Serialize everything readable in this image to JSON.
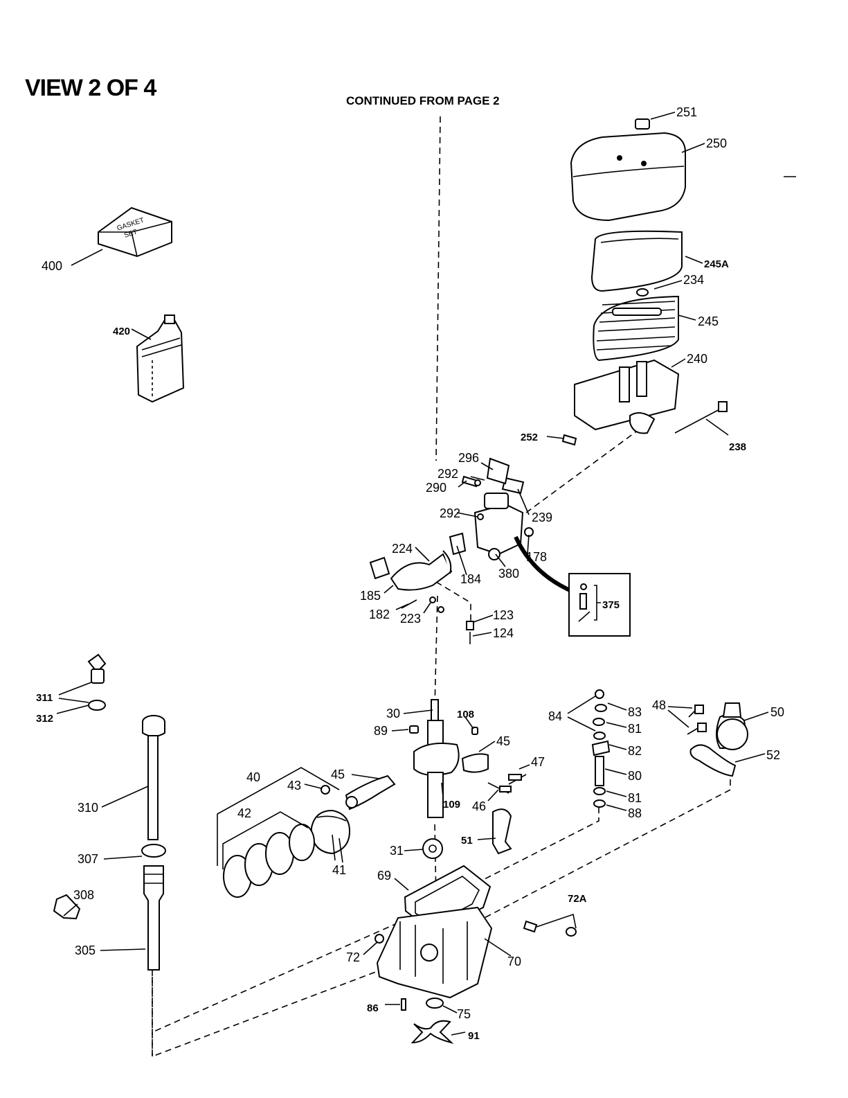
{
  "header": {
    "title": "VIEW 2 OF 4",
    "continued": "CONTINUED FROM PAGE 2"
  },
  "box": {
    "gasket_text_1": "GASKET",
    "gasket_text_2": "SET"
  },
  "callouts": {
    "c251": "251",
    "c250": "250",
    "c245A": "245A",
    "c234": "234",
    "c245": "245",
    "c240": "240",
    "c252": "252",
    "c238": "238",
    "c296": "296",
    "c292a": "292",
    "c290": "290",
    "c292b": "292",
    "c239": "239",
    "c224": "224",
    "c184": "184",
    "c380": "380",
    "c178": "178",
    "c185": "185",
    "c182": "182",
    "c223": "223",
    "c123": "123",
    "c124": "124",
    "c375": "375",
    "c400": "400",
    "c420": "420",
    "c311": "311",
    "c312": "312",
    "c310": "310",
    "c307": "307",
    "c308": "308",
    "c305": "305",
    "c30": "30",
    "c108": "108",
    "c89": "89",
    "c45a": "45",
    "c45b": "45",
    "c47": "47",
    "c46": "46",
    "c109": "109",
    "c40": "40",
    "c43": "43",
    "c42": "42",
    "c41": "41",
    "c31": "31",
    "c51": "51",
    "c69": "69",
    "c84": "84",
    "c83": "83",
    "c81a": "81",
    "c82": "82",
    "c80": "80",
    "c81b": "81",
    "c88": "88",
    "c48": "48",
    "c50": "50",
    "c52": "52",
    "c72A": "72A",
    "c72": "72",
    "c70": "70",
    "c86": "86",
    "c75": "75",
    "c91": "91"
  }
}
